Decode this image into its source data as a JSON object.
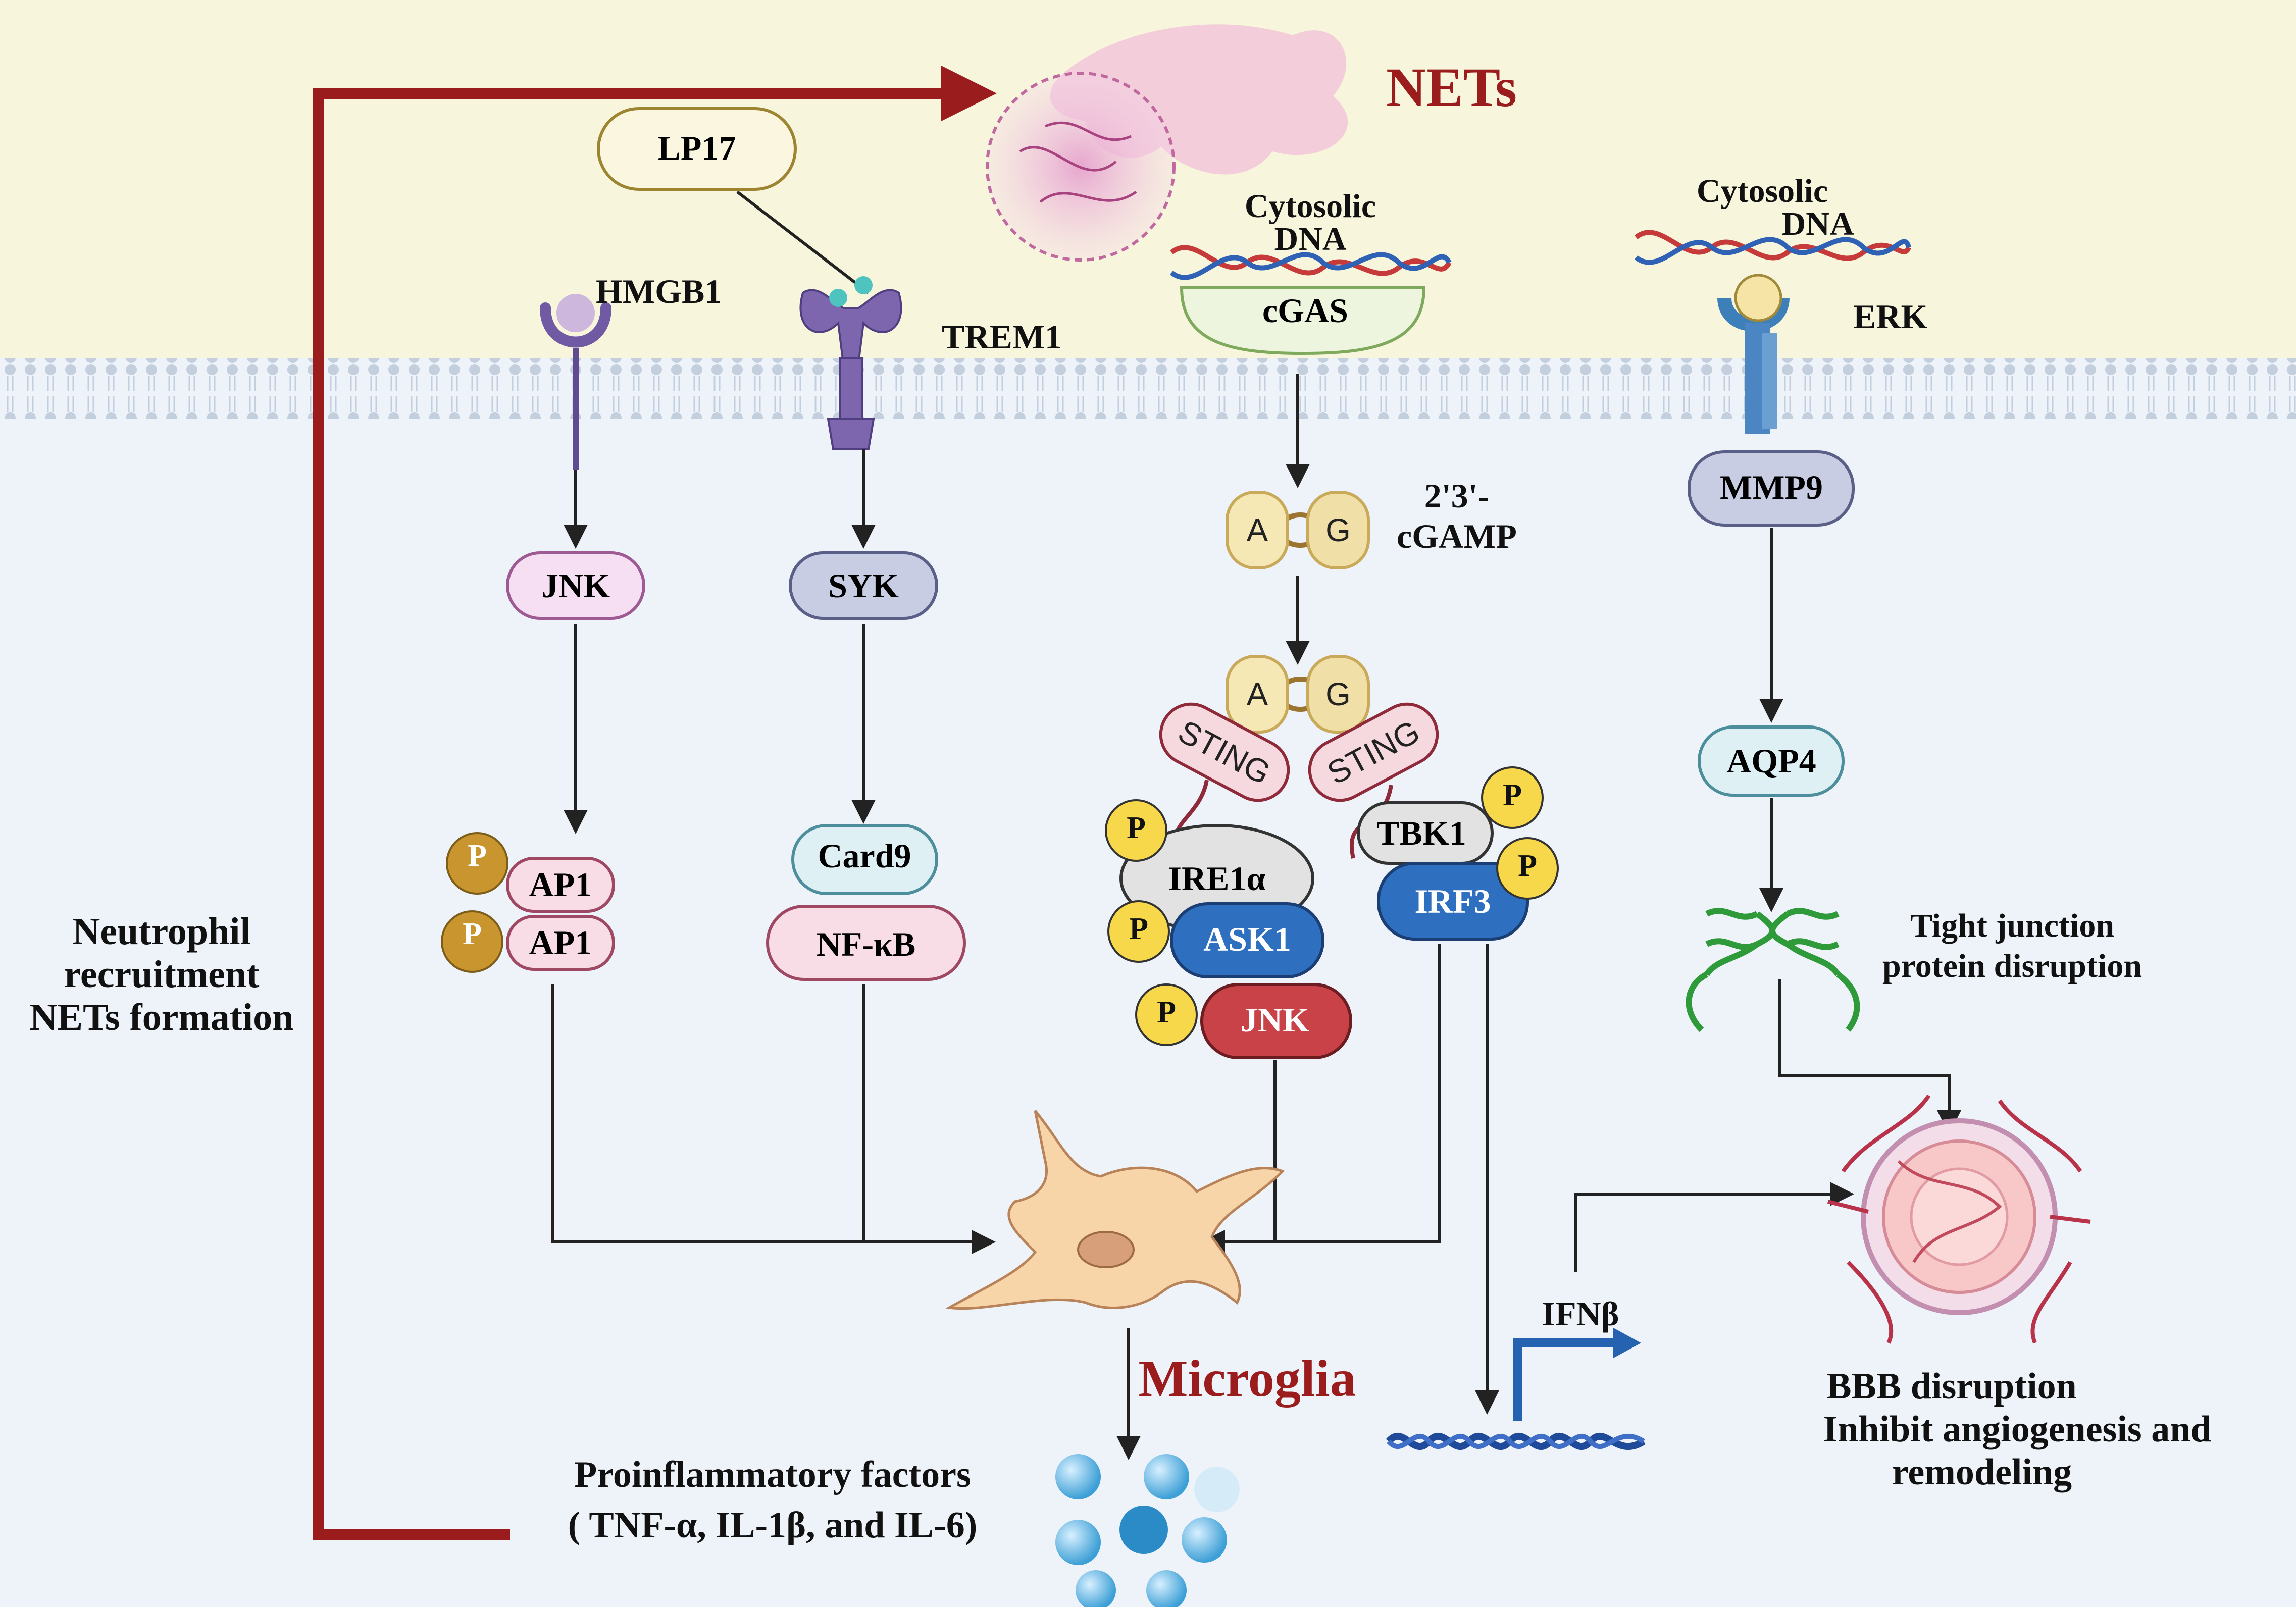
{
  "labels": {
    "nets": "NETs",
    "lp17": "LP17",
    "hmgb1": "HMGB1",
    "trem1": "TREM1",
    "cytosolic_dna_left_1": "Cytosolic",
    "cytosolic_dna_left_2": "DNA",
    "cgas": "cGAS",
    "cytosolic_dna_right_1": "Cytosolic",
    "cytosolic_dna_right_2": "DNA",
    "erk": "ERK",
    "cgamp_1": "2'3'-",
    "cgamp_2": "cGAMP",
    "a": "A",
    "g": "G",
    "sting": "STING",
    "jnk_top": "JNK",
    "syk": "SYK",
    "mmp9": "MMP9",
    "aqp4": "AQP4",
    "ap1": "AP1",
    "card9": "Card9",
    "nfkb": "NF-κB",
    "p": "P",
    "ire1a": "IRE1α",
    "ask1": "ASK1",
    "jnk_bottom": "JNK",
    "tbk1": "TBK1",
    "irf3": "IRF3",
    "tight_junction_1": "Tight junction",
    "tight_junction_2": "protein disruption",
    "neutrophil_1": "Neutrophil",
    "neutrophil_2": "recruitment",
    "neutrophil_3": "NETs formation",
    "microglia": "Microglia",
    "ifnb": "IFNβ",
    "bbb_1": "BBB disruption",
    "bbb_2": "Inhibit angiogenesis and",
    "bbb_3": "remodeling",
    "proinflam_1": "Proinflammatory factors",
    "proinflam_2": "( TNF-α, IL-1β, and IL-6)"
  },
  "colors": {
    "extracellular_bg": "#f7f6dd",
    "cytoplasm_bg": "#eef3f9",
    "membrane": "#c8d4e2",
    "neutrophil_arrow": "#9b1c1c",
    "nets_text": "#9b1c1c",
    "microglia_text": "#9b1c1c",
    "phospho_gold": "#c8952f",
    "phospho_yellow": "#f7d84a",
    "blue_node": "#2f6fbf",
    "red_node": "#c84248"
  },
  "icons": [
    "nets-cloud-icon",
    "dna-helix-icon",
    "receptor-icon",
    "microglia-cell-icon",
    "blood-vessel-icon",
    "cytokine-spheres-icon",
    "gene-promoter-icon"
  ]
}
